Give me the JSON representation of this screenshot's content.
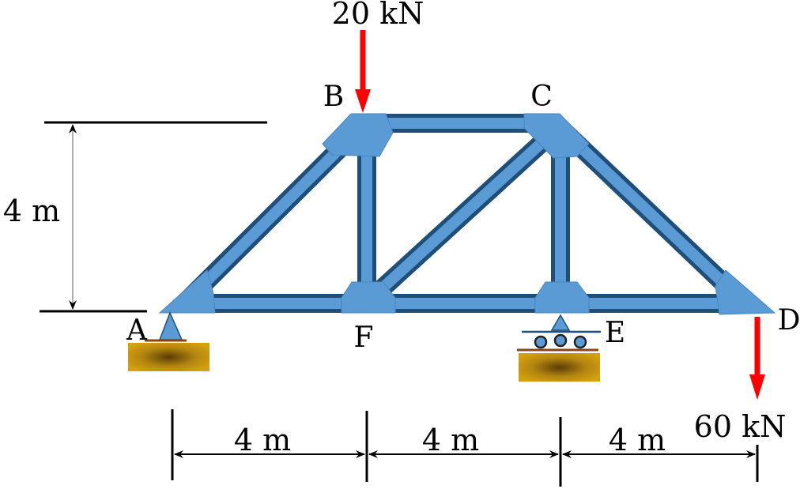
{
  "loads": {
    "top": "20 kN",
    "right": "60 kN"
  },
  "joints": {
    "A": "A",
    "B": "B",
    "C": "C",
    "D": "D",
    "E": "E",
    "F": "F"
  },
  "dimensions": {
    "height": "4 m",
    "span_af": "4 m",
    "span_fe": "4 m",
    "span_ed": "4 m"
  },
  "colors": {
    "member_fill": "#5b9bd5",
    "member_edge": "#1f4e79",
    "gusset": "#5b9bd5",
    "load_arrow": "#ff0000",
    "ground_fill": "#c9980e",
    "ground_center": "#6b4a06",
    "ground_line": "#8b4513"
  }
}
